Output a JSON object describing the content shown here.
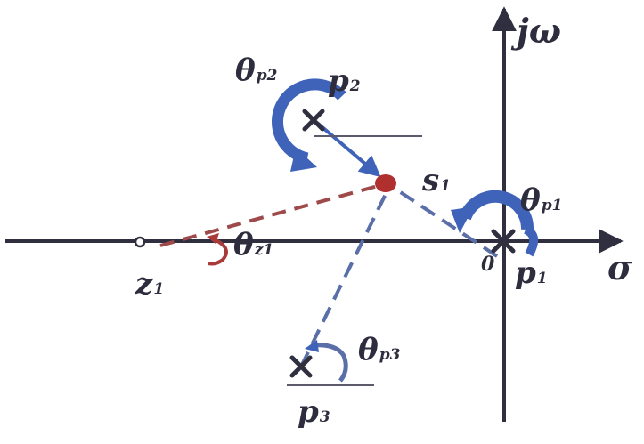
{
  "axes": {
    "imag_label": "jω",
    "real_label": "σ",
    "origin_label": "0"
  },
  "poles": {
    "p1": {
      "label": "p",
      "sub": "1",
      "angle_label": "θ",
      "angle_sub": "p1"
    },
    "p2": {
      "label": "p",
      "sub": "2",
      "angle_label": "θ",
      "angle_sub": "p2"
    },
    "p3": {
      "label": "p",
      "sub": "3",
      "angle_label": "θ",
      "angle_sub": "p3"
    }
  },
  "zeros": {
    "z1": {
      "label": "z",
      "sub": "1",
      "angle_label": "θ",
      "angle_sub": "z1"
    }
  },
  "test_point": {
    "label": "s",
    "sub": "1"
  },
  "colors": {
    "axis": "#2f2f3f",
    "pole_line": "#5a6fa8",
    "zero_line": "#9e4a4a",
    "pole_arc": "#3f63b8",
    "zero_arc": "#a83a3a",
    "test_point": "#b03030"
  }
}
